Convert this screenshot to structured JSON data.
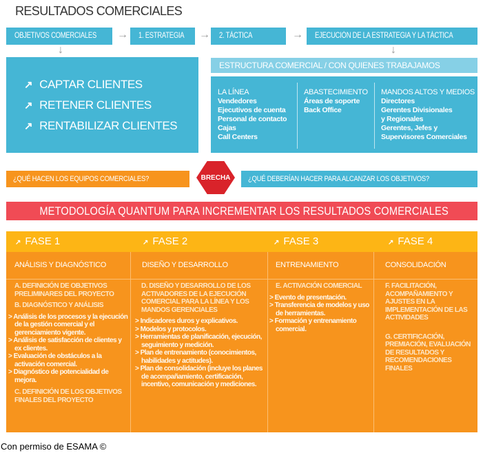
{
  "title": "RESULTADOS COMERCIALES",
  "steps": [
    "OBJETIVOS COMERCIALES",
    "1. ESTRATEGIA",
    "2. TÁCTICA",
    "EJECUCIÓN DE LA ESTRATEGIA Y LA TÁCTICA"
  ],
  "goals": [
    "CAPTAR CLIENTES",
    "RETENER CLIENTES",
    "RENTABILIZAR CLIENTES"
  ],
  "structure": {
    "title": "ESTRUCTURA COMERCIAL / CON QUIENES TRABAJAMOS",
    "columns": [
      {
        "heading": "LA LÍNEA",
        "items": [
          "Vendedores",
          "Ejecutivos de cuenta",
          "Personal de contacto",
          "Cajas",
          "Call Centers"
        ]
      },
      {
        "heading": "ABASTECIMIENTO",
        "items": [
          "Áreas de soporte",
          "Back Office"
        ]
      },
      {
        "heading": "MANDOS ALTOS Y MEDIOS",
        "items": [
          "Directores",
          "Gerentes Divisionales",
          "y Regionales",
          "Gerentes, Jefes y",
          "Supervisores Comerciales"
        ]
      }
    ]
  },
  "gap": {
    "left": "¿QUÉ HACEN LOS EQUIPOS COMERCIALES?",
    "center": "BRECHA",
    "right": "¿QUÉ DEBERÍAN HACER PARA ALCANZAR LOS OBJETIVOS?"
  },
  "banner": "METODOLOGÍA QUANTUM PARA INCREMENTAR LOS RESULTADOS COMERCIALES",
  "phases": [
    {
      "label": "FASE 1",
      "subtitle": "ANÁLISIS Y DIAGNÓSTICO"
    },
    {
      "label": "FASE 2",
      "subtitle": "DISEÑO Y DESARROLLO"
    },
    {
      "label": "FASE 3",
      "subtitle": "ENTRENAMIENTO"
    },
    {
      "label": "FASE 4",
      "subtitle": "CONSOLIDACIÓN"
    }
  ],
  "fase1": {
    "a": "A. DEFINICIÓN DE OBJETIVOS PRELIMINARES DEL PROYECTO",
    "b": "B. DIAGNÓSTICO Y ANÁLISIS",
    "b_items": [
      "Análisis de los procesos y la ejecución de la gestión comercial y el gerenciamiento vigente.",
      "Análisis de satisfacción de clientes y ex clientes.",
      "Evaluación de obstáculos a la activación comercial.",
      "Diagnóstico de potencialidad de mejora."
    ],
    "c": "C. DEFINICIÓN DE LOS OBJETIVOS FINALES DEL PROYECTO"
  },
  "fase2": {
    "d": "D. DISEÑO Y DESARROLLO DE LOS ACTIVADORES DE LA EJECUCIÓN COMERCIAL PARA LA LÍNEA Y LOS MANDOS GERENCIALES",
    "d_items": [
      "Indicadores duros y explicativos.",
      "Modelos y protocolos.",
      "Herramientas de planificación, ejecución, seguimiento y medición.",
      "Plan de entrenamiento (conocimientos, habilidades y actitudes).",
      "Plan de consolidación (incluye los planes de acompañamiento, certificación, incentivo, comunicación y mediciones."
    ]
  },
  "fase3": {
    "e": "E. ACTIVACIÓN COMERCIAL",
    "e_items": [
      "Evento de presentación.",
      "Transferencia de modelos y uso de herramientas.",
      "Formación y entrenamiento comercial."
    ]
  },
  "fase4": {
    "f": "F. FACILITACIÓN, ACOMPAÑAMIENTO Y AJUSTES EN LA IMPLEMENTACIÓN DE LAS ACTIVIDADES",
    "g": "G. CERTIFICACIÓN, PREMIACIÓN, EVALUACIÓN DE RESULTADOS Y RECOMENDACIONES FINALES"
  },
  "footer": "Con permiso de ESAMA ©",
  "colors": {
    "blue": "#45b6d5",
    "orange": "#f7941d",
    "yellow": "#fdb515",
    "red": "#f04b55",
    "brecha": "#d9232a"
  }
}
